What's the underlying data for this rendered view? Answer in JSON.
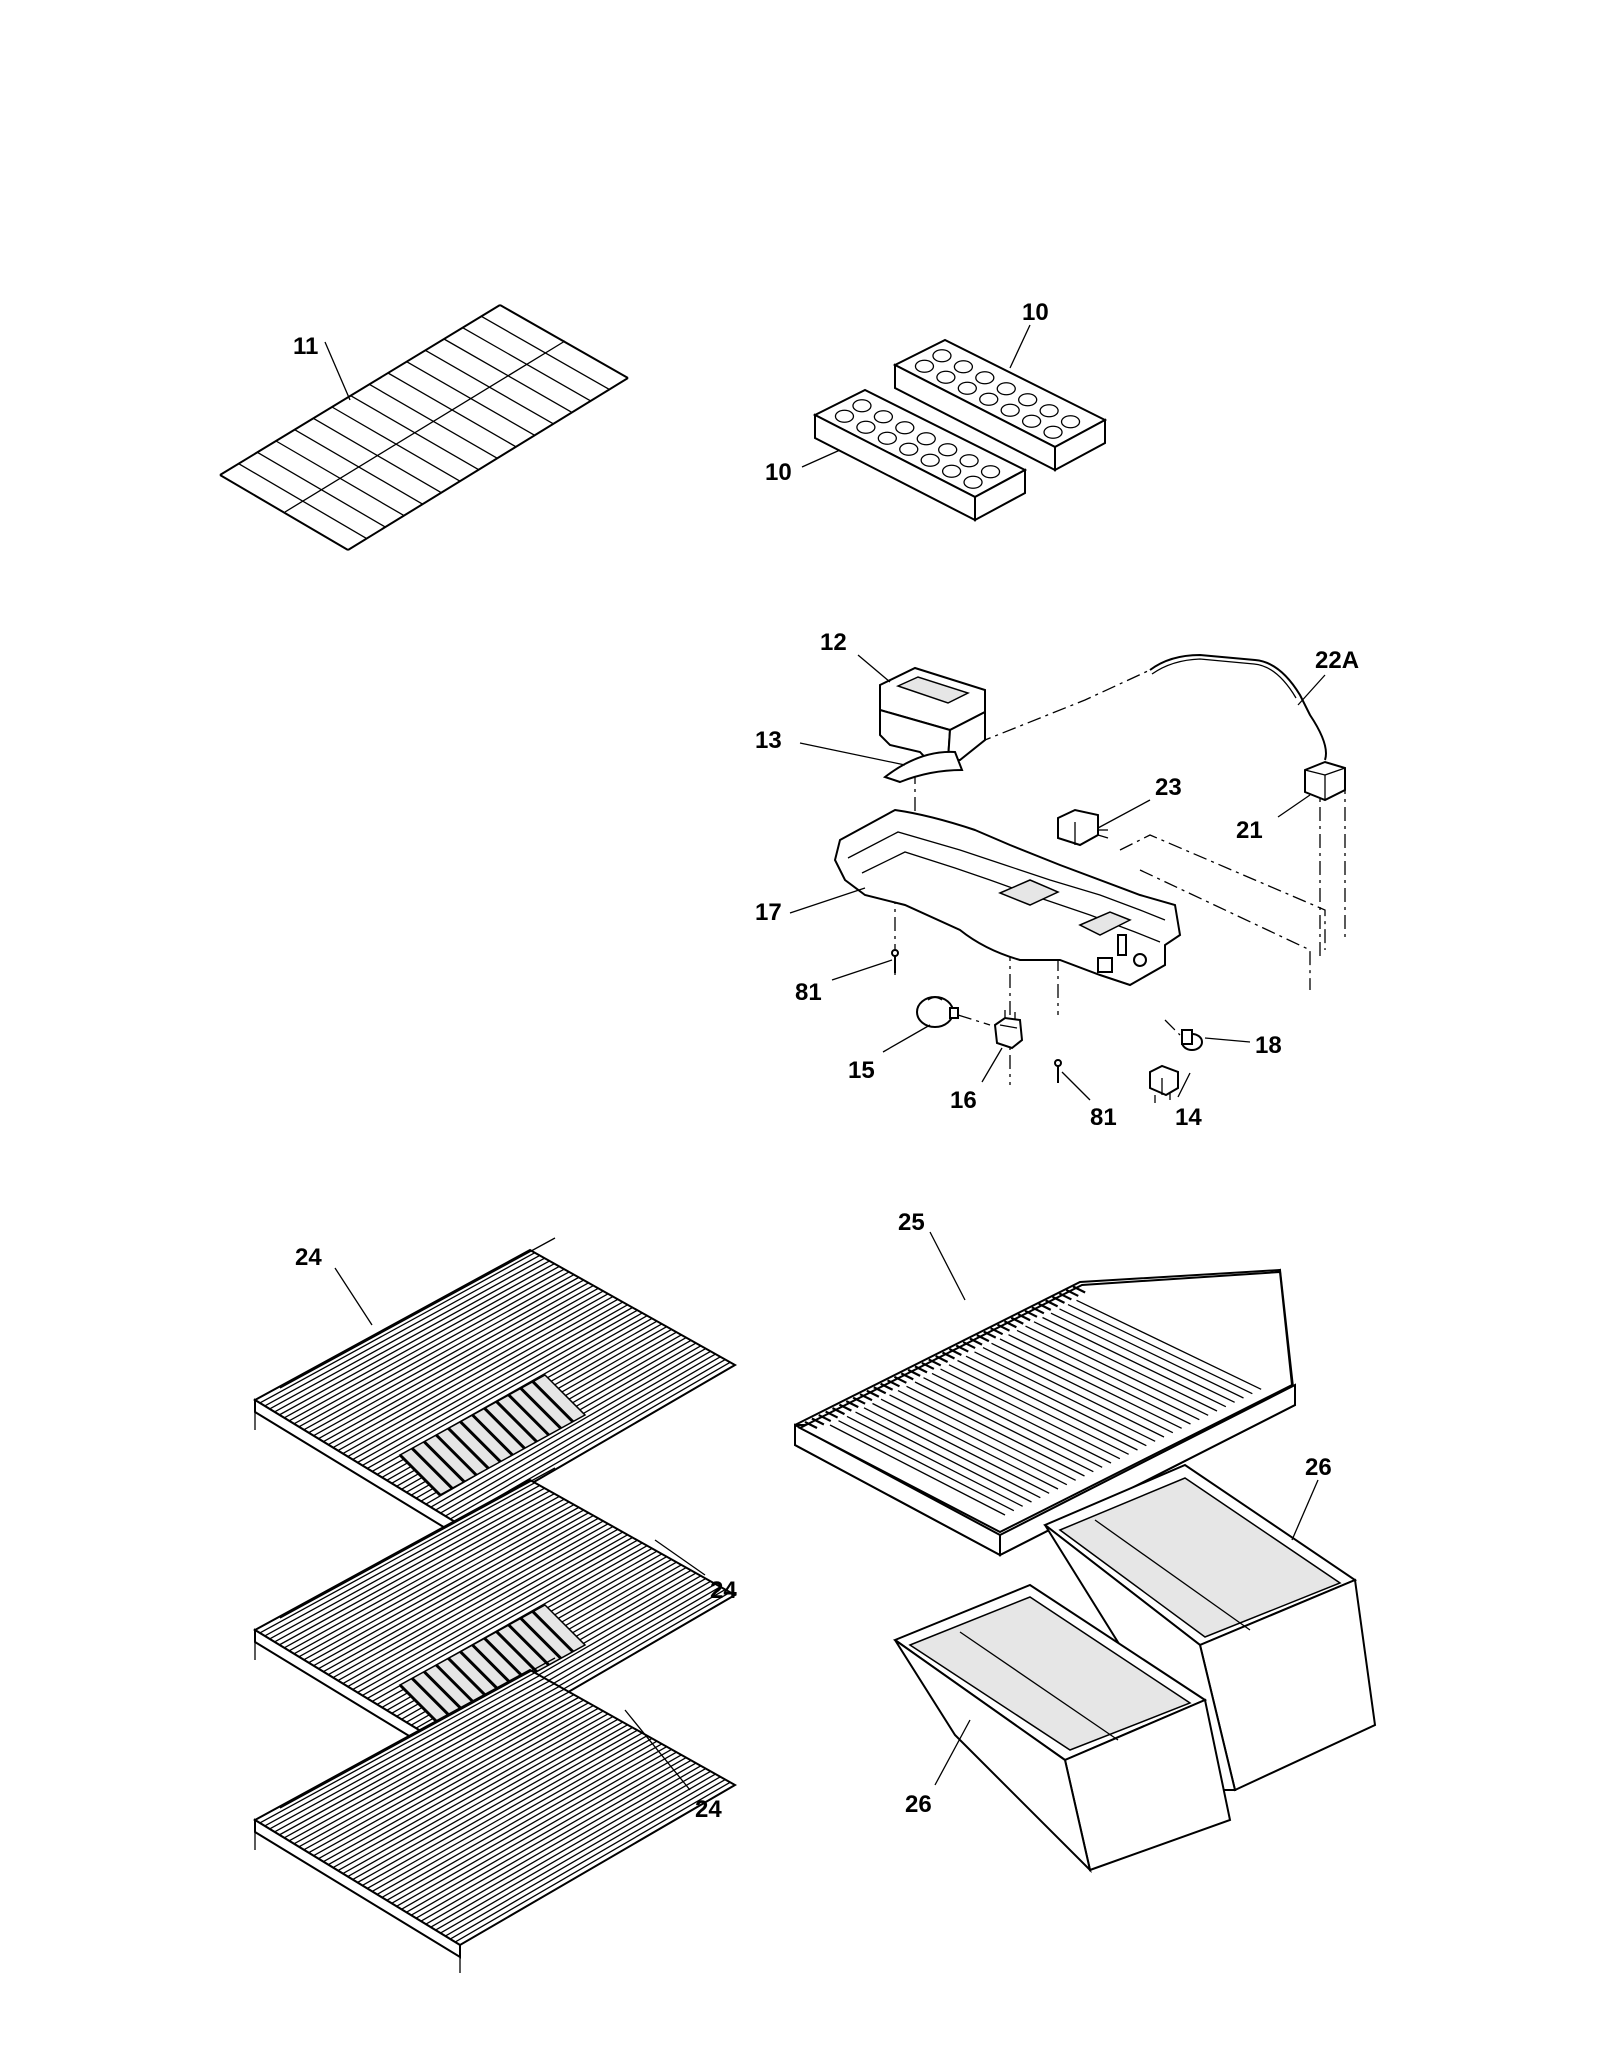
{
  "diagram": {
    "callouts": {
      "c11": "11",
      "c10a": "10",
      "c10b": "10",
      "c12": "12",
      "c22a": "22A",
      "c13": "13",
      "c23": "23",
      "c21": "21",
      "c17": "17",
      "c81a": "81",
      "c18": "18",
      "c15": "15",
      "c16": "16",
      "c14": "14",
      "c81b": "81",
      "c24a": "24",
      "c25": "25",
      "c26a": "26",
      "c24b": "24",
      "c24c": "24",
      "c26b": "26"
    }
  }
}
